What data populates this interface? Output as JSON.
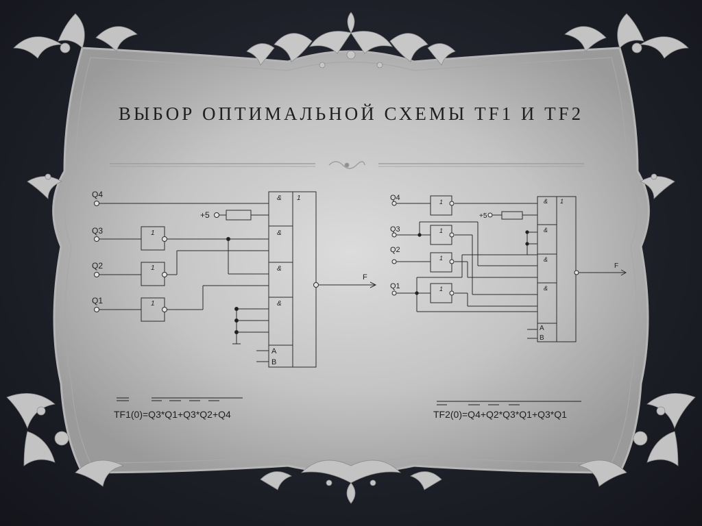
{
  "slide": {
    "title": "ВЫБОР ОПТИМАЛЬНОЙ СХЕМЫ TF1 И TF2"
  },
  "diagram_left": {
    "inputs": {
      "q4": "Q4",
      "q3": "Q3",
      "q2": "Q2",
      "q1": "Q1"
    },
    "power_label": "+5",
    "inverter_label": "1",
    "and_label": "&",
    "or_label": "1",
    "addr_a": "A",
    "addr_b": "B",
    "output_label": "F"
  },
  "diagram_right": {
    "inputs": {
      "q4": "Q4",
      "q3": "Q3",
      "q2": "Q2",
      "q1": "Q1"
    },
    "power_label": "+5",
    "inverter_label": "1",
    "and_label": "&",
    "or_label": "1",
    "addr_a": "A",
    "addr_b": "B",
    "output_label": "F"
  },
  "formulas": {
    "tf1": "TF1(0)=Q3*Q1+Q3*Q2+Q4",
    "tf2": "TF2(0)=Q4+Q2*Q3*Q1+Q3*Q1"
  }
}
